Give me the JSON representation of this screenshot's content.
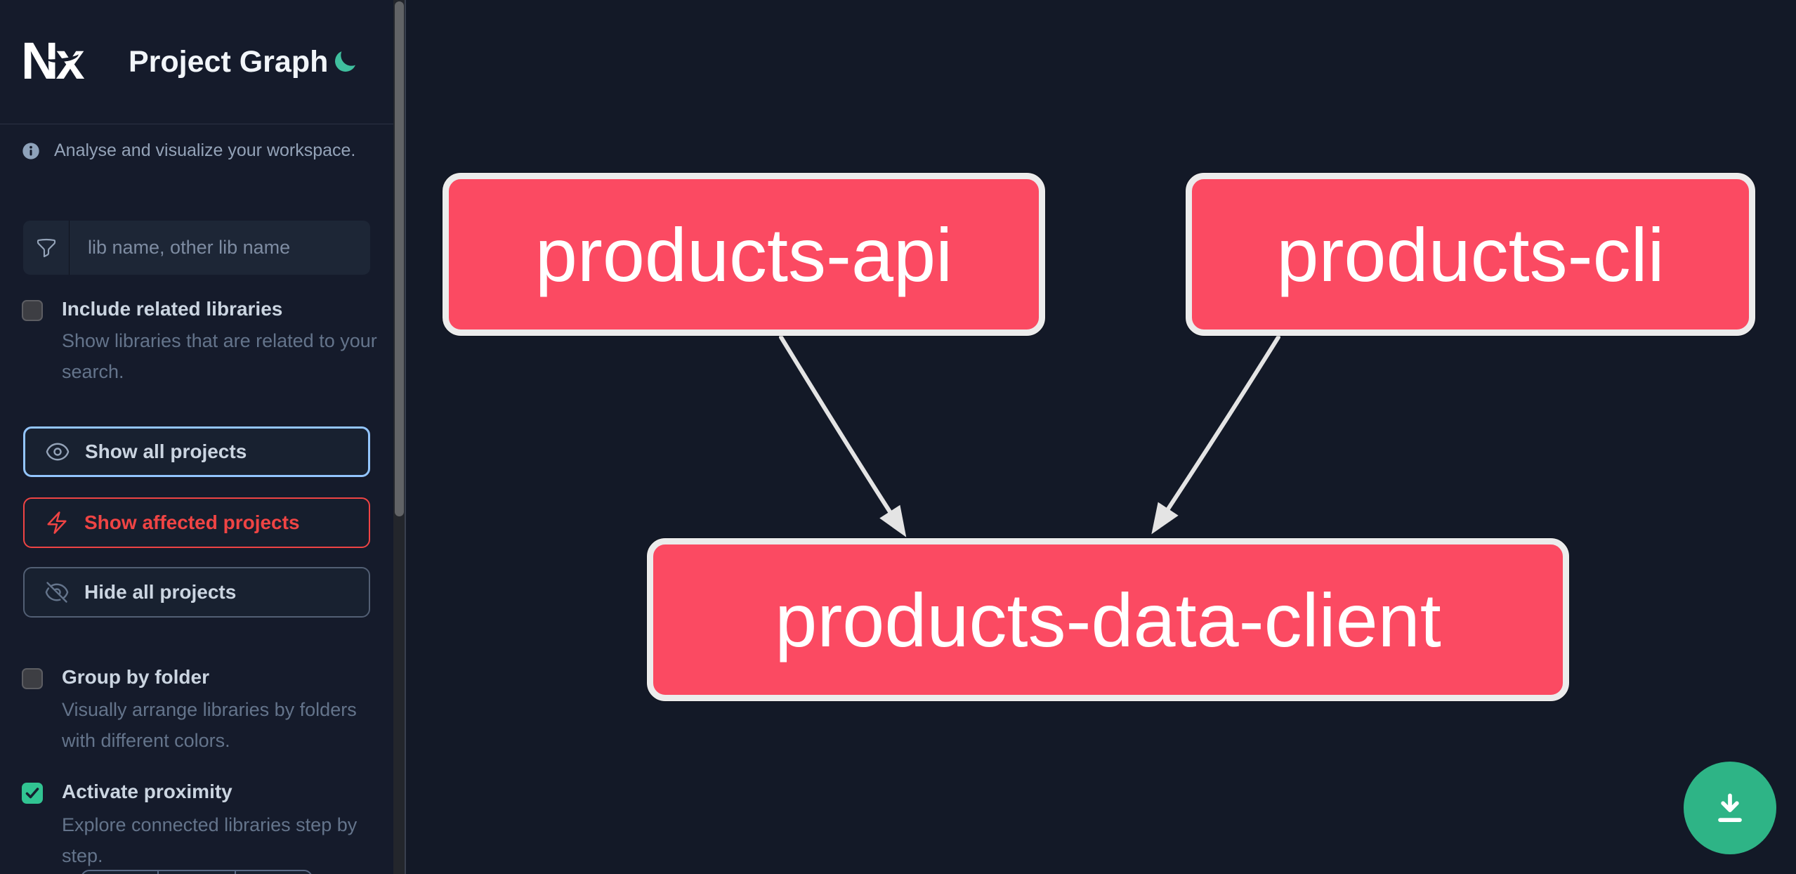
{
  "app": {
    "logo": "Nx",
    "title": "Project Graph"
  },
  "sidebar": {
    "info_text": "Analyse and visualize your workspace.",
    "search_placeholder": "lib name, other lib name",
    "include_related": {
      "label": "Include related libraries",
      "description": "Show libraries that are related to your search.",
      "checked": false
    },
    "actions": {
      "show_all": "Show all projects",
      "show_affected": "Show affected projects",
      "hide_all": "Hide all projects"
    },
    "group_by_folder": {
      "label": "Group by folder",
      "description": "Visually arrange libraries by folders with different colors.",
      "checked": false
    },
    "activate_proximity": {
      "label": "Activate proximity",
      "description": "Explore connected libraries step by step.",
      "checked": true
    }
  },
  "graph": {
    "nodes": [
      {
        "label": "products-api"
      },
      {
        "label": "products-cli"
      },
      {
        "label": "products-data-client"
      }
    ],
    "edges": [
      {
        "source": "products-api",
        "target": "products-data-client"
      },
      {
        "source": "products-cli",
        "target": "products-data-client"
      }
    ]
  },
  "colors": {
    "node_pink": "#fb4a62",
    "accent_green": "#2eb486",
    "focus_blue": "#93c5fd",
    "affected_red": "#ef4444",
    "background": "#131927"
  }
}
